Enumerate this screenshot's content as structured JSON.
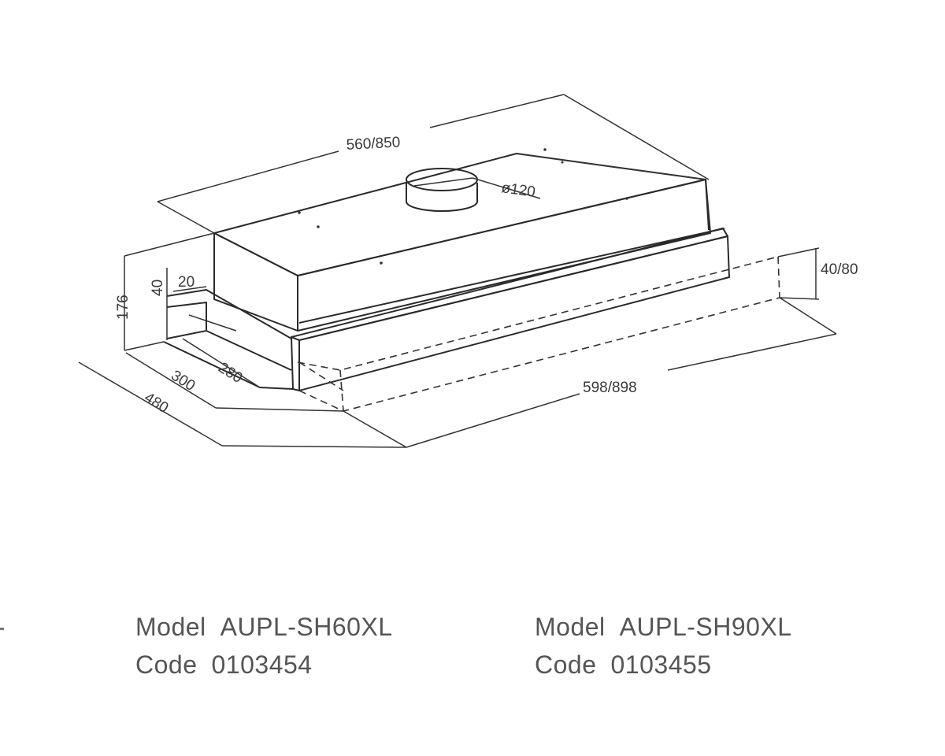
{
  "diagram": {
    "dimensions": {
      "top_length": "560/850",
      "duct_diameter": "ø120",
      "height": "176",
      "front_height": "40",
      "front_offset": "20",
      "depth_inner": "280",
      "depth_mid": "300",
      "depth_total": "480",
      "width_total": "598/898",
      "visor_height": "40/80"
    }
  },
  "models": [
    {
      "model_label": "Model",
      "model_value": "AUPL-SH60XL",
      "code_label": "Code",
      "code_value": "0103454"
    },
    {
      "model_label": "Model",
      "model_value": "AUPL-SH90XL",
      "code_label": "Code",
      "code_value": "0103455"
    }
  ]
}
